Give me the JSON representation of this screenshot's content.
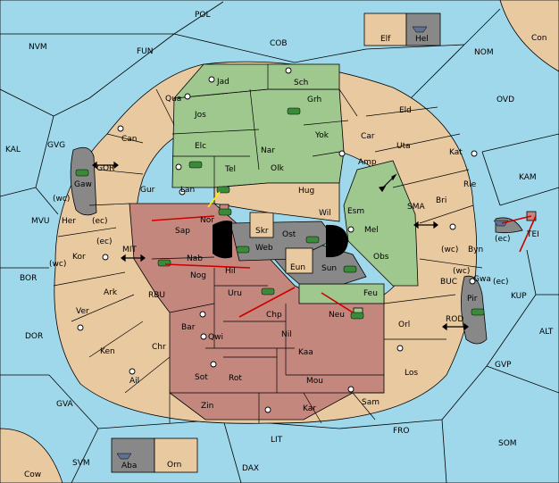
{
  "colors": {
    "sea": "#9fd8ea",
    "neutral": "#e9c9a0",
    "green_power": "#9fc88f",
    "red_power": "#c4877e",
    "grey_power": "#888888",
    "order_arrow": "#cc0000",
    "support_arrow": "#ffee00"
  },
  "labels": {
    "pol": "POL",
    "cob": "COB",
    "nvm": "NVM",
    "fun": "FUN",
    "nom": "NOM",
    "con": "Con",
    "elf": "Elf",
    "hel": "Hel",
    "ovd": "OVD",
    "kal": "KAL",
    "gvg": "GVG",
    "kam": "KAM",
    "mvu": "MVU",
    "bor": "BOR",
    "dor": "DOR",
    "gva": "GVA",
    "svm": "SVM",
    "cow": "Cow",
    "aba": "Aba",
    "orn": "Orn",
    "dax": "DAX",
    "lit": "LIT",
    "fro": "FRO",
    "som": "SOM",
    "gvp": "GVP",
    "alt": "ALT",
    "kup": "KUP",
    "tei": "TEI",
    "buc": "BUC",
    "rod": "ROD",
    "sma": "SMA",
    "mit": "MIT",
    "rbu": "RBU",
    "gor": "GOR",
    "jad": "Jad",
    "sch": "Sch",
    "qua": "Qua",
    "jos": "Jos",
    "grh": "Grh",
    "can": "Can",
    "elc": "Elc",
    "nar": "Nar",
    "yok": "Yok",
    "car": "Car",
    "eld": "Eld",
    "uta": "Uta",
    "kat": "Kat",
    "tel": "Tel",
    "olk": "Olk",
    "amp": "Amp",
    "gaw": "Gaw",
    "gur": "Gur",
    "lan": "Lan",
    "hug": "Hug",
    "rie": "Rie",
    "bri": "Bri",
    "wil": "Wil",
    "esm": "Esm",
    "nor": "Nor",
    "her": "Her",
    "wc": "(wc)",
    "ec": "(ec)",
    "sap": "Sap",
    "skr": "Skr",
    "ost": "Ost",
    "mel": "Mel",
    "byn": "Byn",
    "web": "Web",
    "kor": "Kor",
    "nab": "Nab",
    "eun": "Eun",
    "sun": "Sun",
    "obs": "Obs",
    "hil": "Hil",
    "nog": "Nog",
    "uru": "Uru",
    "gwa": "Gwa",
    "ark": "Ark",
    "feu": "Feu",
    "pir": "Pir",
    "chp": "Chp",
    "neu": "Neu",
    "orl": "Orl",
    "ver": "Ver",
    "bar": "Bar",
    "qwi": "Qwi",
    "nil": "Nil",
    "ken": "Ken",
    "chr": "Chr",
    "kaa": "Kaa",
    "los": "Los",
    "sot": "Sot",
    "rot": "Rot",
    "ail": "Ail",
    "mou": "Mou",
    "sam": "Sam",
    "zin": "Zin",
    "kar": "Kar"
  },
  "unit_icons": {
    "army": "tank-icon",
    "fleet": "ship-icon",
    "supply_center": "supply-center-icon",
    "convoy": "double-arrow-icon"
  }
}
